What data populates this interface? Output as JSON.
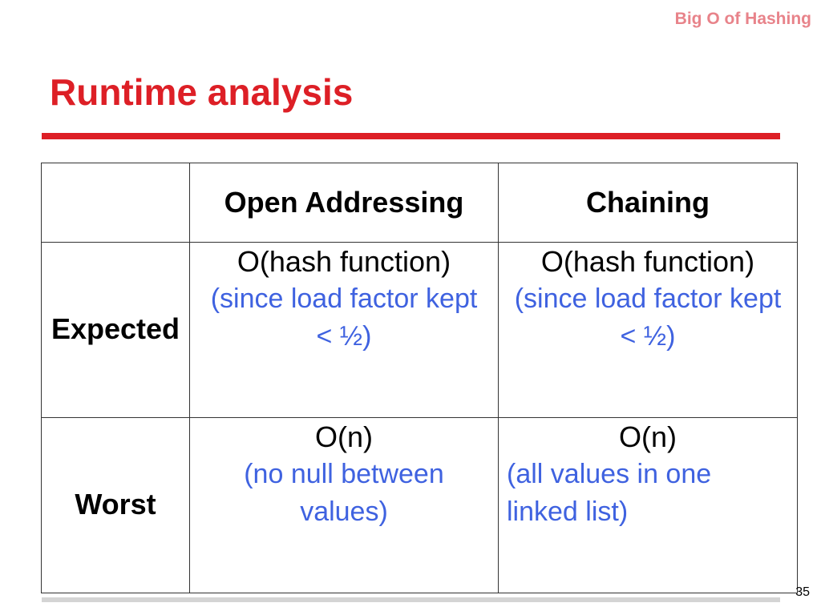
{
  "section_tag": "Big O of Hashing",
  "title": "Runtime analysis",
  "table": {
    "corner": "",
    "columns": [
      "Open Addressing",
      "Chaining"
    ],
    "rows": [
      {
        "label": "Expected",
        "cells": [
          {
            "main": "O(hash function)",
            "note": "(since load factor kept < ½)"
          },
          {
            "main": "O(hash function)",
            "note": "(since load factor kept < ½)"
          }
        ]
      },
      {
        "label": "Worst",
        "cells": [
          {
            "main": "O(n)",
            "note": "(no null between values)"
          },
          {
            "main": "O(n)",
            "note": "(all values in one linked list)"
          }
        ]
      }
    ]
  },
  "page_number": "35",
  "colors": {
    "title_red": "#dd1f26",
    "tag_pink": "#e8838a",
    "note_blue": "#3f62e0"
  }
}
